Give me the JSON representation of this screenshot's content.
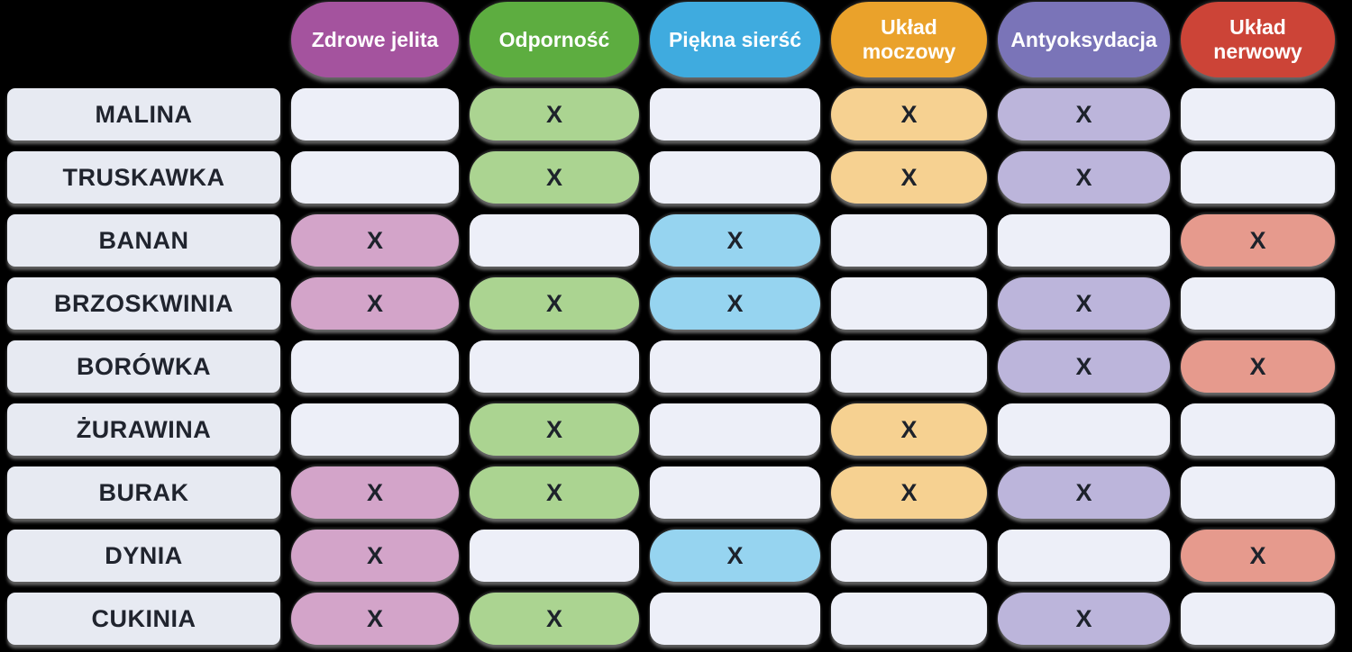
{
  "chart_data": {
    "type": "table",
    "title": "",
    "columns": [
      "Zdrowe jelita",
      "Odporność",
      "Piękna sierść",
      "Układ moczowy",
      "Antyoksydacja",
      "Układ nerwowy"
    ],
    "rows": [
      "MALINA",
      "TRUSKAWKA",
      "BANAN",
      "BRZOSKWINIA",
      "BORÓWKA",
      "ŻURAWINA",
      "BURAK",
      "DYNIA",
      "CUKINIA"
    ],
    "mark_symbol": "X",
    "matrix": [
      [
        0,
        1,
        0,
        1,
        1,
        0
      ],
      [
        0,
        1,
        0,
        1,
        1,
        0
      ],
      [
        1,
        0,
        1,
        0,
        0,
        1
      ],
      [
        1,
        1,
        1,
        0,
        1,
        0
      ],
      [
        0,
        0,
        0,
        0,
        1,
        1
      ],
      [
        0,
        1,
        0,
        1,
        0,
        0
      ],
      [
        1,
        1,
        0,
        1,
        1,
        0
      ],
      [
        1,
        0,
        1,
        0,
        0,
        1
      ],
      [
        1,
        1,
        0,
        0,
        1,
        0
      ]
    ]
  },
  "table": {
    "mark_symbol": "X",
    "columns": [
      {
        "id": "zdrowe-jelita",
        "label": "Zdrowe jelita",
        "color": "#a4539e",
        "light_color": "#d3a4c9"
      },
      {
        "id": "odpornosc",
        "label": "Odporność",
        "color": "#5dad40",
        "light_color": "#abd491"
      },
      {
        "id": "piekna-siersc",
        "label": "Piękna sierść",
        "color": "#3fabdf",
        "light_color": "#96d4f0"
      },
      {
        "id": "uklad-moczowy",
        "label": "Układ moczowy",
        "color": "#eaa22b",
        "light_color": "#f6d191"
      },
      {
        "id": "antyoksydacja",
        "label": "Antyoksydacja",
        "color": "#7a74b8",
        "light_color": "#bcb5db"
      },
      {
        "id": "uklad-nerwowy",
        "label": "Układ nerwowy",
        "color": "#cc4437",
        "light_color": "#e69a8d"
      }
    ],
    "rows": [
      {
        "label": "MALINA",
        "marks": [
          false,
          true,
          false,
          true,
          true,
          false
        ]
      },
      {
        "label": "TRUSKAWKA",
        "marks": [
          false,
          true,
          false,
          true,
          true,
          false
        ]
      },
      {
        "label": "BANAN",
        "marks": [
          true,
          false,
          true,
          false,
          false,
          true
        ]
      },
      {
        "label": "BRZOSKWINIA",
        "marks": [
          true,
          true,
          true,
          false,
          true,
          false
        ]
      },
      {
        "label": "BORÓWKA",
        "marks": [
          false,
          false,
          false,
          false,
          true,
          true
        ]
      },
      {
        "label": "ŻURAWINA",
        "marks": [
          false,
          true,
          false,
          true,
          false,
          false
        ]
      },
      {
        "label": "BURAK",
        "marks": [
          true,
          true,
          false,
          true,
          true,
          false
        ]
      },
      {
        "label": "DYNIA",
        "marks": [
          true,
          false,
          true,
          false,
          false,
          true
        ]
      },
      {
        "label": "CUKINIA",
        "marks": [
          true,
          true,
          false,
          false,
          true,
          false
        ]
      }
    ]
  },
  "colors": {
    "background": "#000000",
    "empty_cell": "#edeff8",
    "row_label_bg": "#e7eaf2",
    "row_label_text": "#20242e",
    "mark_text": "#1d222b",
    "header_text": "#ffffff"
  }
}
